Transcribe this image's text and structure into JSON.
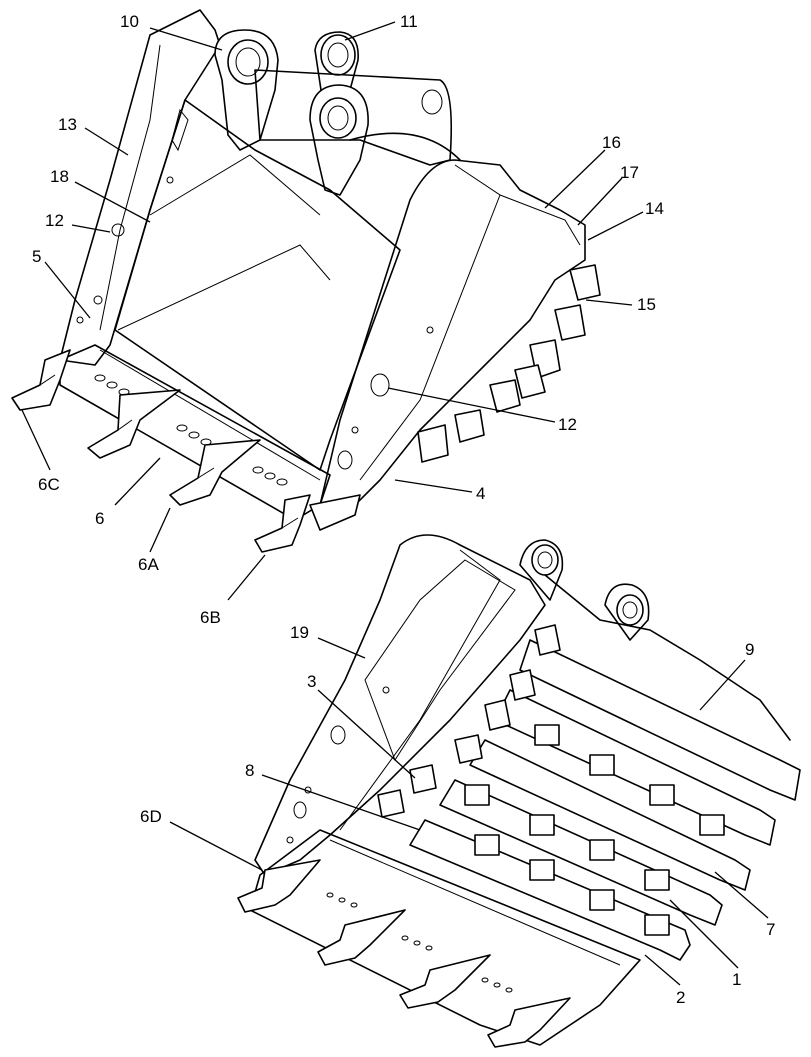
{
  "diagram": {
    "callouts": [
      {
        "id": "c10",
        "text": "10"
      },
      {
        "id": "c11",
        "text": "11"
      },
      {
        "id": "c13",
        "text": "13"
      },
      {
        "id": "c18",
        "text": "18"
      },
      {
        "id": "c12a",
        "text": "12"
      },
      {
        "id": "c5",
        "text": "5"
      },
      {
        "id": "c16",
        "text": "16"
      },
      {
        "id": "c17",
        "text": "17"
      },
      {
        "id": "c14",
        "text": "14"
      },
      {
        "id": "c15",
        "text": "15"
      },
      {
        "id": "c12b",
        "text": "12"
      },
      {
        "id": "c4",
        "text": "4"
      },
      {
        "id": "c6C",
        "text": "6C"
      },
      {
        "id": "c6",
        "text": "6"
      },
      {
        "id": "c6A",
        "text": "6A"
      },
      {
        "id": "c6B",
        "text": "6B"
      },
      {
        "id": "c9",
        "text": "9"
      },
      {
        "id": "c19",
        "text": "19"
      },
      {
        "id": "c3",
        "text": "3"
      },
      {
        "id": "c8",
        "text": "8"
      },
      {
        "id": "c6D",
        "text": "6D"
      },
      {
        "id": "c7",
        "text": "7"
      },
      {
        "id": "c1",
        "text": "1"
      },
      {
        "id": "c2",
        "text": "2"
      }
    ]
  }
}
